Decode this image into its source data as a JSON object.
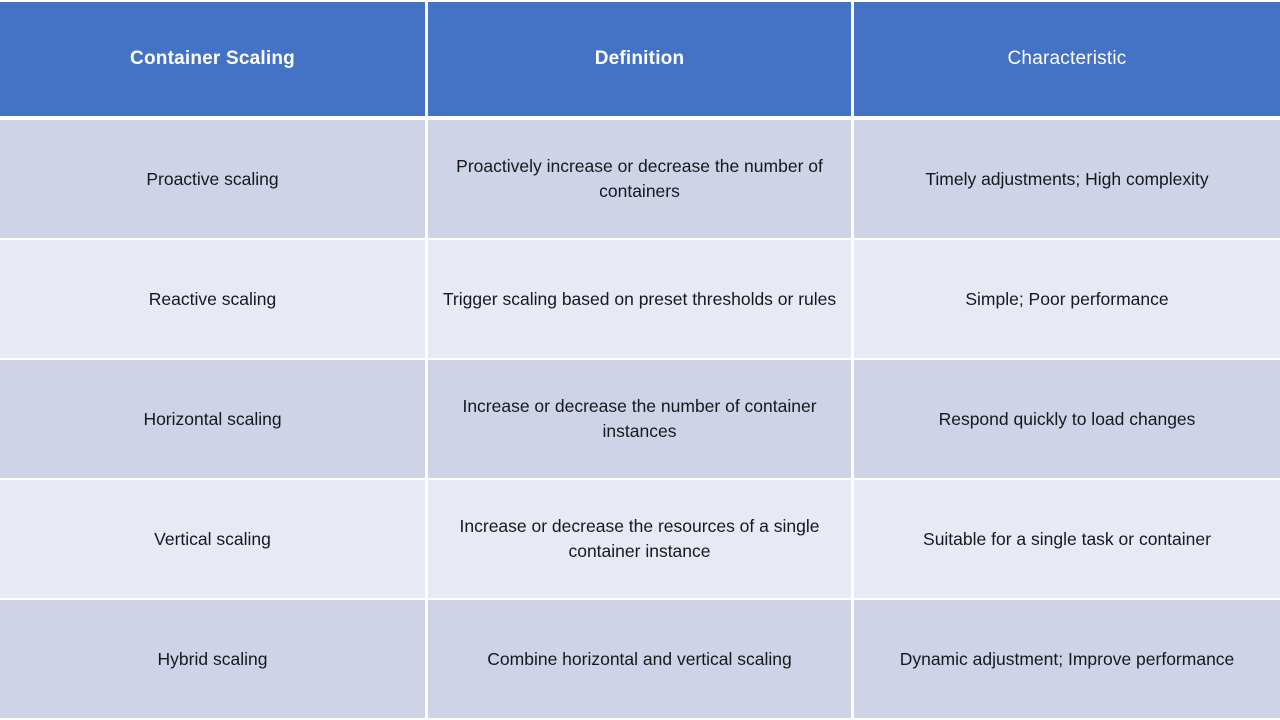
{
  "table": {
    "columns": [
      {
        "label": "Container Scaling",
        "weight": "bold"
      },
      {
        "label": "Definition",
        "weight": "bold"
      },
      {
        "label": "Characteristic",
        "weight": "normal"
      }
    ],
    "rows": [
      {
        "scaling": "Proactive scaling",
        "definition": "Proactively increase or decrease the number of containers",
        "characteristic": "Timely adjustments; High complexity"
      },
      {
        "scaling": "Reactive scaling",
        "definition": "Trigger scaling based on preset thresholds or rules",
        "characteristic": "Simple; Poor performance"
      },
      {
        "scaling": "Horizontal scaling",
        "definition": "Increase or decrease the number of container instances",
        "characteristic": "Respond quickly to load changes"
      },
      {
        "scaling": "Vertical scaling",
        "definition": "Increase or decrease the resources of a single container instance",
        "characteristic": "Suitable for a single task or container"
      },
      {
        "scaling": "Hybrid scaling",
        "definition": "Combine horizontal and vertical scaling",
        "characteristic": "Dynamic adjustment; Improve performance"
      }
    ]
  },
  "colors": {
    "header_background": "#4472C4",
    "header_text": "#FFFFFF",
    "row_shade_dark": "#CED3E8",
    "row_shade_light": "#E7EAF5",
    "body_text": "#16181D",
    "grid_gap": "#FFFFFF"
  }
}
